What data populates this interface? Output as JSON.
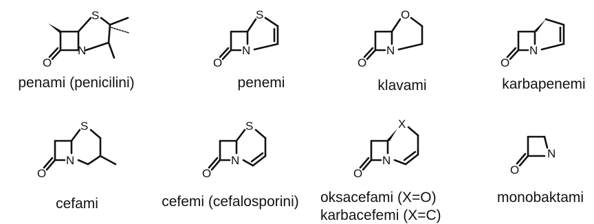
{
  "structures": [
    {
      "id": "penam",
      "label": "penami (penicilini)",
      "atoms": {
        "O": "O",
        "N": "N",
        "S": "S"
      }
    },
    {
      "id": "penem",
      "label": "penemi",
      "atoms": {
        "O": "O",
        "N": "N",
        "S": "S"
      }
    },
    {
      "id": "clavam",
      "label": "klavami",
      "atoms": {
        "O": "O",
        "N": "N",
        "ringO": "O"
      }
    },
    {
      "id": "carbapenem",
      "label": "karbapenemi",
      "atoms": {
        "O": "O",
        "N": "N"
      }
    },
    {
      "id": "cepham",
      "label": "cefami",
      "atoms": {
        "O": "O",
        "N": "N",
        "S": "S"
      }
    },
    {
      "id": "cephem",
      "label": "cefemi (cefalosporini)",
      "atoms": {
        "O": "O",
        "N": "N",
        "S": "S"
      }
    },
    {
      "id": "oxacephem",
      "label": "oksacefami (X=O)",
      "label2": "karbacefemi (X=C)",
      "atoms": {
        "O": "O",
        "N": "N",
        "X": "X"
      }
    },
    {
      "id": "monobactam",
      "label": "monobaktami",
      "atoms": {
        "O": "O",
        "N": "N"
      }
    }
  ]
}
